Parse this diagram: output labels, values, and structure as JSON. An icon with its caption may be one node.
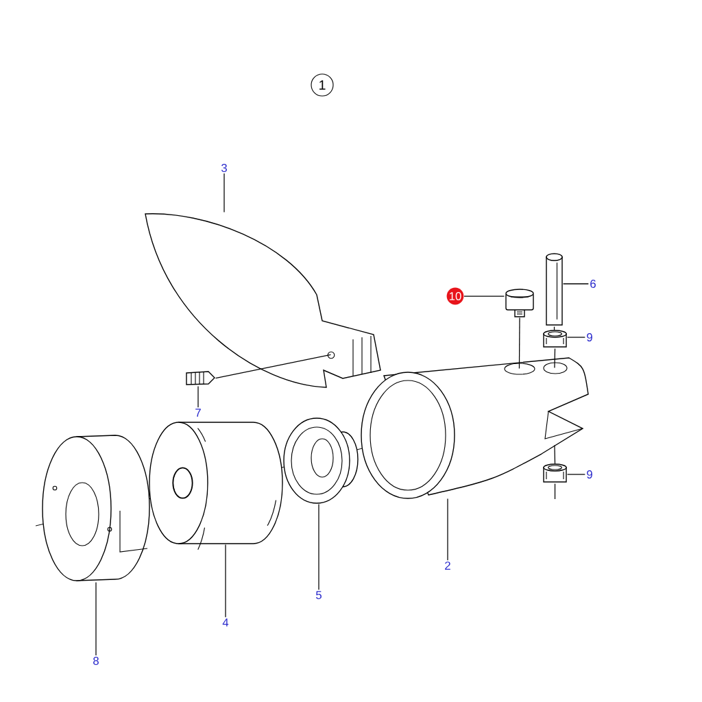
{
  "diagram": {
    "nodes": [
      {
        "text": [
          "1"
        ]
      },
      {
        "text": [
          "3"
        ]
      },
      {
        "text": [
          "6"
        ]
      },
      {
        "text": [
          "10"
        ]
      },
      {
        "text": [
          "9"
        ]
      },
      {
        "text": [
          "9"
        ]
      },
      {
        "text": [
          "7"
        ]
      },
      {
        "text": [
          "2"
        ]
      },
      {
        "text": [
          "5"
        ]
      },
      {
        "text": [
          "4"
        ]
      },
      {
        "text": [
          "8"
        ]
      },
      {
        "text": [],
        "shape": "picture"
      },
      {
        "text": [],
        "shape": "cylinder"
      },
      {
        "text": [],
        "shape": "picture"
      },
      {
        "text": [],
        "shape": "cylinder"
      },
      {
        "text": [],
        "shape": "cylinder"
      },
      {
        "text": [],
        "shape": "picture"
      },
      {
        "text": [],
        "shape": "picture"
      },
      {
        "text": [],
        "shape": "picture"
      },
      {
        "text": [],
        "shape": "cylinder"
      },
      {
        "text": [],
        "shape": "picture"
      }
    ],
    "edges": [
      {
        "from": 1,
        "to": 11,
        "arrow": "none"
      },
      {
        "from": 2,
        "to": 12,
        "arrow": "none"
      },
      {
        "from": 3,
        "to": 13,
        "arrow": "none"
      },
      {
        "from": 4,
        "to": 14,
        "arrow": "none"
      },
      {
        "from": 5,
        "to": 15,
        "arrow": "none"
      },
      {
        "from": 6,
        "to": 16,
        "arrow": "none"
      },
      {
        "from": 7,
        "to": 17,
        "arrow": "none"
      },
      {
        "from": 8,
        "to": 18,
        "arrow": "none"
      },
      {
        "from": 9,
        "to": 19,
        "arrow": "none"
      },
      {
        "from": 10,
        "to": 20,
        "arrow": "none"
      },
      {
        "from": 13,
        "to": 17,
        "arrow": "none"
      },
      {
        "from": 12,
        "to": 14,
        "arrow": "none"
      },
      {
        "from": 14,
        "to": 17,
        "arrow": "none"
      },
      {
        "from": 16,
        "to": 11,
        "arrow": "none"
      },
      {
        "from": 15,
        "to": null,
        "arrow": "none"
      },
      {
        "from": 17,
        "to": 15,
        "arrow": "none"
      }
    ]
  }
}
